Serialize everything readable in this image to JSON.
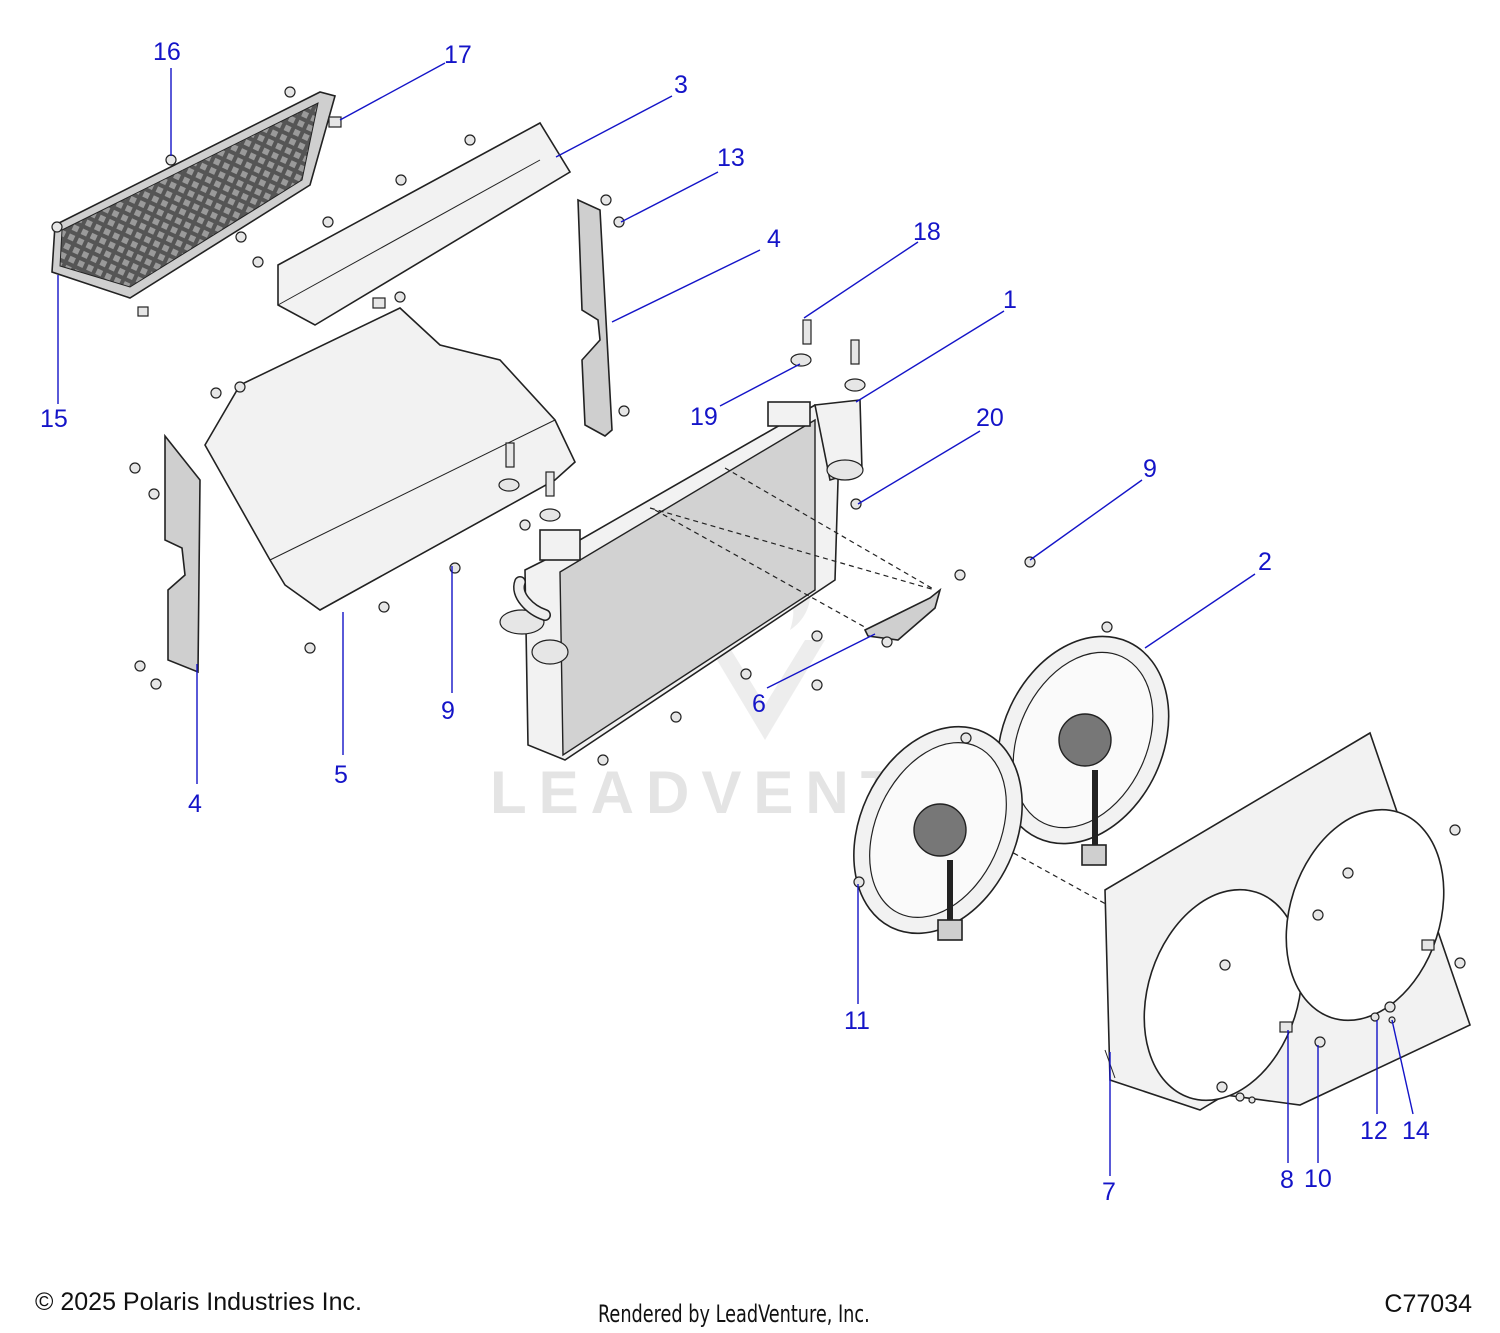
{
  "watermark": "LEADVENT",
  "footer": {
    "copyright": "© 2025 Polaris Industries Inc.",
    "rendered_by": "Rendered by LeadVenture, Inc.",
    "drawing_id": "C77034"
  },
  "callouts": [
    {
      "id": "c16",
      "label": "16"
    },
    {
      "id": "c17",
      "label": "17"
    },
    {
      "id": "c3",
      "label": "3"
    },
    {
      "id": "c13",
      "label": "13"
    },
    {
      "id": "c4a",
      "label": "4"
    },
    {
      "id": "c18",
      "label": "18"
    },
    {
      "id": "c1",
      "label": "1"
    },
    {
      "id": "c15",
      "label": "15"
    },
    {
      "id": "c19",
      "label": "19"
    },
    {
      "id": "c20",
      "label": "20"
    },
    {
      "id": "c9a",
      "label": "9"
    },
    {
      "id": "c2",
      "label": "2"
    },
    {
      "id": "c9b",
      "label": "9"
    },
    {
      "id": "c6",
      "label": "6"
    },
    {
      "id": "c5",
      "label": "5"
    },
    {
      "id": "c4b",
      "label": "4"
    },
    {
      "id": "c11",
      "label": "11"
    },
    {
      "id": "c12",
      "label": "12"
    },
    {
      "id": "c14",
      "label": "14"
    },
    {
      "id": "c8",
      "label": "8"
    },
    {
      "id": "c10",
      "label": "10"
    },
    {
      "id": "c7",
      "label": "7"
    }
  ]
}
